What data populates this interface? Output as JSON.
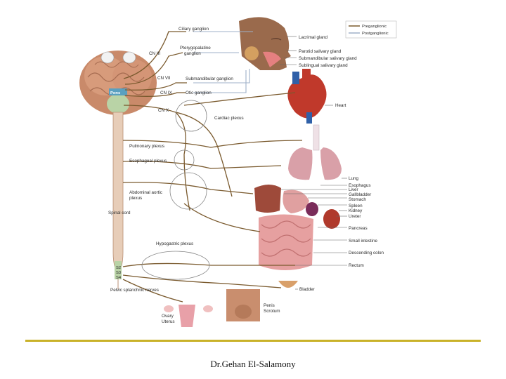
{
  "legend": {
    "pre": "Preganglionic",
    "post": "Postganglionic"
  },
  "colors": {
    "preganglionic": "#7a5a2e",
    "postganglionic": "#9fb0c8",
    "footer_rule": "#c9b229"
  },
  "cranial": {
    "cn3": "CN III",
    "cn7": "CN VII",
    "cn9": "CN IX",
    "cn10": "CN X",
    "pons": "Pons"
  },
  "ganglia": {
    "ciliary": "Ciliary ganglion",
    "ptery1": "Pterygopalatine",
    "ptery2": "ganglion",
    "submand": "Submandibular ganglion",
    "otic": "Otic ganglion"
  },
  "head_targets": {
    "lacrimal": "Lacrimal gland",
    "parotid": "Parotid salivary gland",
    "submand": "Submandibular salivary gland",
    "subling": "Sublingual salivary gland"
  },
  "plexuses": {
    "cardiac": "Cardiac plexus",
    "pulmonary": "Pulmonary plexus",
    "esophageal": "Esophageal plexus",
    "aortic1": "Abdominal aortic",
    "aortic2": "plexus",
    "hypogastric": "Hypogastric plexus"
  },
  "spinal": {
    "cord": "Spinal cord",
    "s2": "S2",
    "s3": "S3",
    "s4": "S4",
    "pelvic": "Pelvic splanchnic nerves"
  },
  "organs": {
    "heart": "Heart",
    "lung": "Lung",
    "esophagus": "Esophagus",
    "liver": "Liver",
    "gallbladder": "Gallbladder",
    "stomach": "Stomach",
    "spleen": "Spleen",
    "kidney": "Kidney",
    "ureter": "Ureter",
    "pancreas": "Pancreas",
    "small_intestine": "Small intestine",
    "colon": "Descending colon",
    "rectum": "Rectum",
    "bladder": "Bladder",
    "penis": "Penis",
    "scrotum": "Scrotum",
    "ovary": "Ovary",
    "uterus": "Uterus"
  },
  "footer": {
    "author": "Dr.Gehan El-Salamony"
  }
}
